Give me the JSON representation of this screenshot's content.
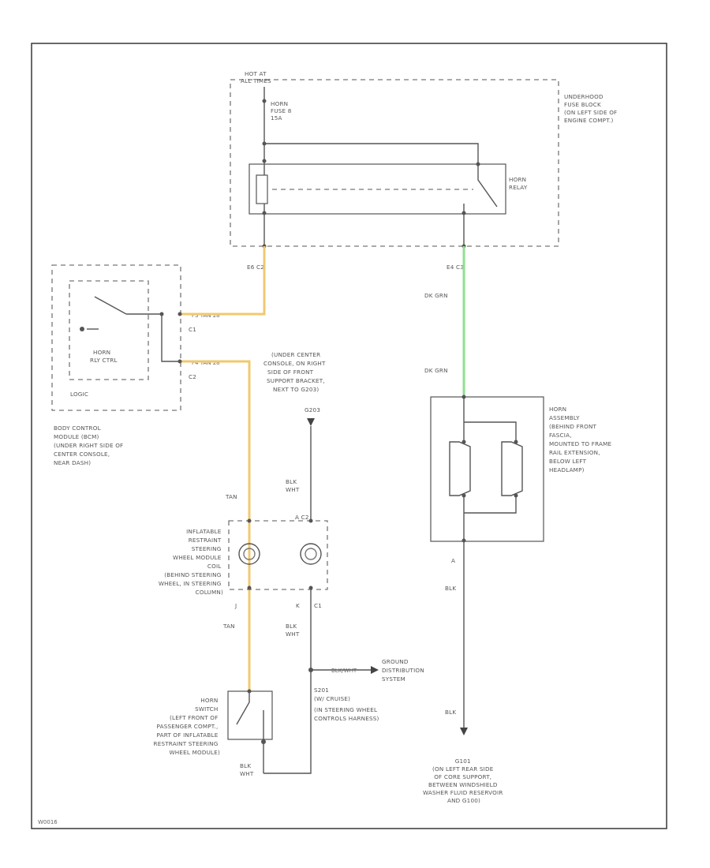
{
  "diagram": {
    "figure_id": "W0016",
    "top": {
      "hot_at": [
        "HOT AT",
        "ALL TIMES"
      ],
      "fuse": [
        "HORN",
        "FUSE 8",
        "15A"
      ],
      "fuse_block": [
        "UNDERHOOD",
        "FUSE BLOCK",
        "(ON LEFT SIDE OF",
        "ENGINE COMPT.)"
      ],
      "relay": [
        "HORN",
        "RELAY"
      ],
      "conn_left": "E6  C2",
      "conn_right": "E4  C3"
    },
    "bcm": {
      "module_label": [
        "HORN",
        "RLY CTRL"
      ],
      "logic": "LOGIC",
      "c1_wire": "F3  TAN 28",
      "c1": "C1",
      "c2_wire": "F4  TAN 28",
      "c2": "C2",
      "description": [
        "BODY CONTROL",
        "MODULE (BCM)",
        "(UNDER RIGHT SIDE OF",
        "CENTER CONSOLE,",
        "NEAR DASH)"
      ]
    },
    "ground_under_console": {
      "description": [
        "(UNDER CENTER",
        "CONSOLE, ON RIGHT",
        "SIDE OF FRONT",
        "SUPPORT BRACKET,",
        "NEXT TO G203)"
      ],
      "ref": "G203"
    },
    "coil": {
      "tan_label": "TAN",
      "blk_wht": [
        "BLK",
        "WHT"
      ],
      "conn_top": "A  C2",
      "description": [
        "INFLATABLE",
        "RESTRAINT",
        "STEERING",
        "WHEEL MODULE",
        "COIL",
        "(BEHIND STEERING",
        "WHEEL, IN STEERING",
        "COLUMN)"
      ],
      "pin_j": "J",
      "pin_k": "K",
      "c1": "C1",
      "tan_label_bottom": "TAN",
      "blk_wht_bottom": [
        "BLK",
        "WHT"
      ]
    },
    "ground_dist": {
      "arrow": "BLK/WHT",
      "label": [
        "GROUND",
        "DISTRIBUTION",
        "SYSTEM"
      ]
    },
    "splice": [
      "S201",
      "(W/ CRUISE)",
      "(IN STEERING WHEEL",
      "CONTROLS HARNESS)"
    ],
    "horn_switch": {
      "description": [
        "HORN",
        "SWITCH",
        "(LEFT FRONT OF",
        "PASSENGER COMPT.,",
        "PART OF INFLATABLE",
        "RESTRAINT STEERING",
        "WHEEL MODULE)"
      ],
      "blk_wht": [
        "BLK",
        "WHT"
      ]
    },
    "horn_assembly": {
      "wire_top": "DK GRN",
      "wire_mid": "DK GRN",
      "description": [
        "HORN",
        "ASSEMBLY",
        "(BEHIND FRONT",
        "FASCIA,",
        "MOUNTED TO FRAME",
        "RAIL EXTENSION,",
        "BELOW LEFT",
        "HEADLAMP)"
      ],
      "pin_a": "A",
      "blk": "BLK",
      "blk_bottom": "BLK"
    },
    "ground_g101": [
      "G101",
      "(ON LEFT REAR SIDE",
      "OF CORE SUPPORT,",
      "BETWEEN WINDSHIELD",
      "WASHER FLUID RESERVOIR",
      "AND G100)"
    ]
  }
}
